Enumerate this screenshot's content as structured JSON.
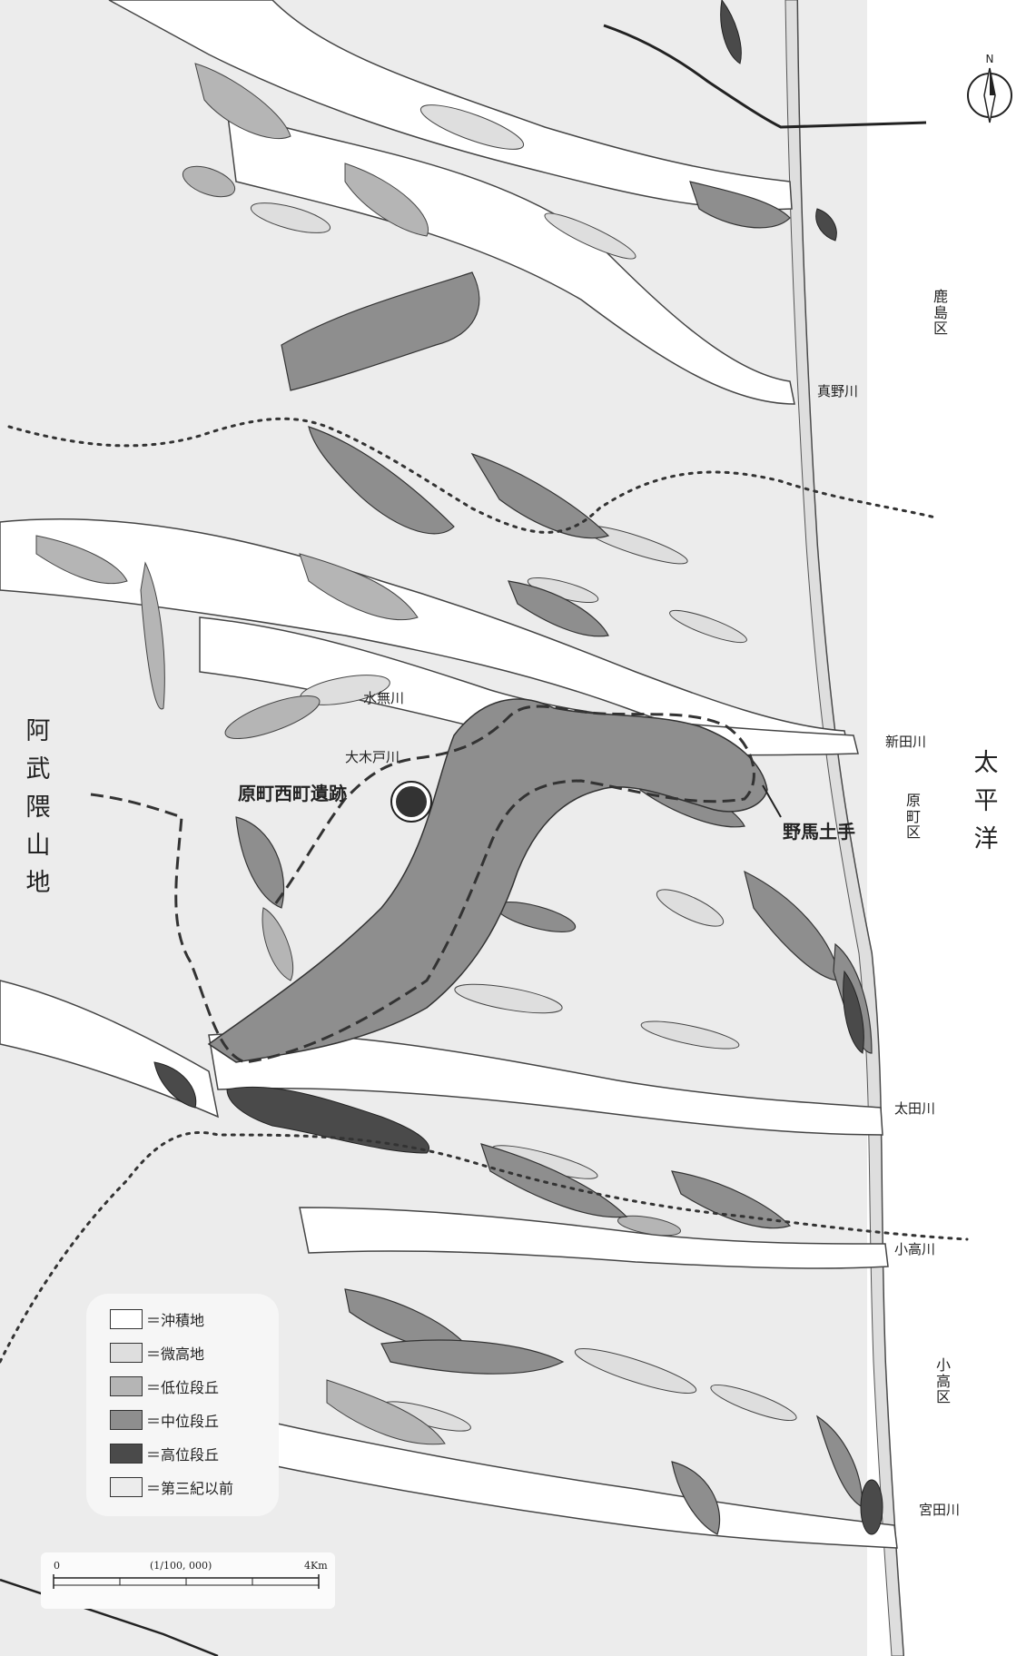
{
  "colors": {
    "alluvial": "#ffffff",
    "micro_highland": "#dedede",
    "low_terrace": "#b5b5b5",
    "middle_terrace": "#8e8e8e",
    "high_terrace": "#4a4a4a",
    "tertiary": "#ececec",
    "line": "#333333"
  },
  "labels": {
    "mountains": "阿武隈山地",
    "ocean": "太平洋",
    "site": "原町西町遺跡",
    "embankment": "野馬土手"
  },
  "districts": {
    "kashima": "鹿島区",
    "haramachi": "原町区",
    "odaka": "小高区"
  },
  "rivers": {
    "mano": "真野川",
    "minase": "水無川",
    "okido": "大木戸川",
    "nitta": "新田川",
    "ota": "太田川",
    "odaka": "小高川",
    "miyata": "宮田川"
  },
  "legend": [
    {
      "label": "＝沖積地",
      "color": "#ffffff",
      "icon": "swatch-alluvial"
    },
    {
      "label": "＝微高地",
      "color": "#dedede",
      "icon": "swatch-micro-highland"
    },
    {
      "label": "＝低位段丘",
      "color": "#b5b5b5",
      "icon": "swatch-low-terrace"
    },
    {
      "label": "＝中位段丘",
      "color": "#8e8e8e",
      "icon": "swatch-middle-terrace"
    },
    {
      "label": "＝高位段丘",
      "color": "#4a4a4a",
      "icon": "swatch-high-terrace"
    },
    {
      "label": "＝第三紀以前",
      "color": "#ececec",
      "icon": "swatch-tertiary"
    }
  ],
  "scale": {
    "start": "0",
    "ratio": "(1/100, 000)",
    "end": "4Km"
  },
  "north": {
    "label": "N",
    "icon": "north-arrow-icon"
  }
}
